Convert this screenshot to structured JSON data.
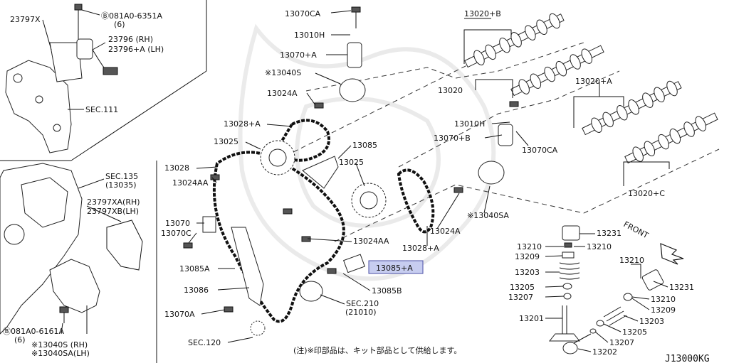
{
  "labels": {
    "c23797x": "23797X",
    "b081a0_6351a": "Ⓑ081A0-6351A",
    "b081a0_6351a_qty": "(6)",
    "c23796": "23796 (RH)",
    "c23796a": "23796+A (LH)",
    "sec111": "SEC.111",
    "sec135": "SEC.135",
    "sec135_sub": "(13035)",
    "c23797xa": "23797XA(RH)",
    "c23797xb": "23797XB(LH)",
    "b081a0_6161a": "Ⓑ081A0-6161A",
    "b081a0_6161a_qty": "(6)",
    "c13040s_rh": "※13040S (RH)",
    "c13040sa_lh": "※13040SA(LH)",
    "c13070ca_top": "13070CA",
    "c13010h_top": "13010H",
    "c13070a": "13070+A",
    "c13040s": "※13040S",
    "c13024a_top": "13024A",
    "c13028a": "13028+A",
    "c13025_left": "13025",
    "c13028": "13028",
    "c13024aa_left": "13024AA",
    "c13070": "13070",
    "c13070c": "13070C",
    "c13085a": "13085A",
    "c13086": "13086",
    "c13070a_low": "13070A",
    "sec120": "SEC.120",
    "c13085": "13085",
    "c13025_mid": "13025",
    "c13024aa_mid": "13024AA",
    "c13085a_plus": "13085+A",
    "c13085b": "13085B",
    "sec210": "SEC.210",
    "sec210_sub": "(21010)",
    "c13020b": "13020+B",
    "c13020": "13020",
    "c13020a": "13020+A",
    "c13010h_right": "13010H",
    "c13070b": "13070+B",
    "c13070ca_right": "13070CA",
    "c13040sa": "※13040SA",
    "c13024a_low": "13024A",
    "c13028a_low": "13028+A",
    "c13020c": "13020+C",
    "front": "FRONT",
    "c13231_a": "13231",
    "c13210_a": "13210",
    "c13210_b": "13210",
    "c13209_a": "13209",
    "c13203_a": "13203",
    "c13205_a": "13205",
    "c13207_a": "13207",
    "c13201": "13201",
    "c13210_c": "13210",
    "c13231_b": "13231",
    "c13210_d": "13210",
    "c13209_b": "13209",
    "c13203_b": "13203",
    "c13205_b": "13205",
    "c13207_b": "13207",
    "c13202": "13202",
    "footnote": "(注)※印部品は、キット部品として供給します。",
    "diagram_code": "J13000KG"
  },
  "colors": {
    "highlight_fill": "#c7cdf0",
    "highlight_border": "#4b4fa6",
    "line": "#111111"
  }
}
